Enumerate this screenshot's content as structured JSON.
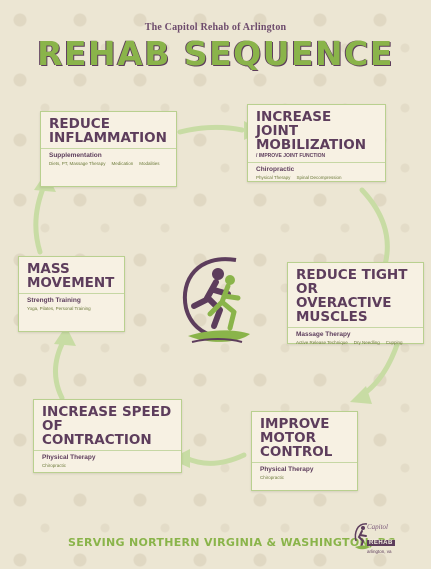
{
  "header": {
    "brand": "The Capitol Rehab of Arlington",
    "title": "REHAB SEQUENCE"
  },
  "steps": [
    {
      "title": "REDUCE\nINFLAMMATION",
      "subtitle": "",
      "label": "Supplementation",
      "items": [
        "Diets, PT, Massage Therapy",
        "Medication",
        "Modalities"
      ]
    },
    {
      "title": "INCREASE JOINT\nMOBILIZATION",
      "subtitle": "/ IMPROVE JOINT FUNCTION",
      "label": "Chiropractic",
      "items": [
        "Physical Therapy",
        "Spinal Decompression"
      ]
    },
    {
      "title": "REDUCE TIGHT\nOR OVERACTIVE\nMUSCLES",
      "subtitle": "",
      "label": "Massage Therapy",
      "items": [
        "Active Release Technique",
        "Dry Needling",
        "Cupping"
      ]
    },
    {
      "title": "IMPROVE\nMOTOR\nCONTROL",
      "subtitle": "",
      "label": "Physical Therapy",
      "items": [
        "Chiropractic"
      ]
    },
    {
      "title": "INCREASE SPEED\nOF CONTRACTION",
      "subtitle": "",
      "label": "Physical Therapy",
      "items": [
        "Chiropractic"
      ]
    },
    {
      "title": "MASS\nMOVEMENT",
      "subtitle": "",
      "label": "Strength Training",
      "items": [
        "Yoga, Pilates, Personal Training"
      ]
    }
  ],
  "footer": {
    "tagline": "SERVING NORTHERN VIRGINIA & WASHINGTON, DC",
    "logo_capitol": "Capitol",
    "logo_rehab": "REHAB",
    "logo_location": "arlington, va"
  },
  "colors": {
    "accent_green": "#8ab44a",
    "purple": "#5d3d5c",
    "background": "#ece6d3"
  }
}
